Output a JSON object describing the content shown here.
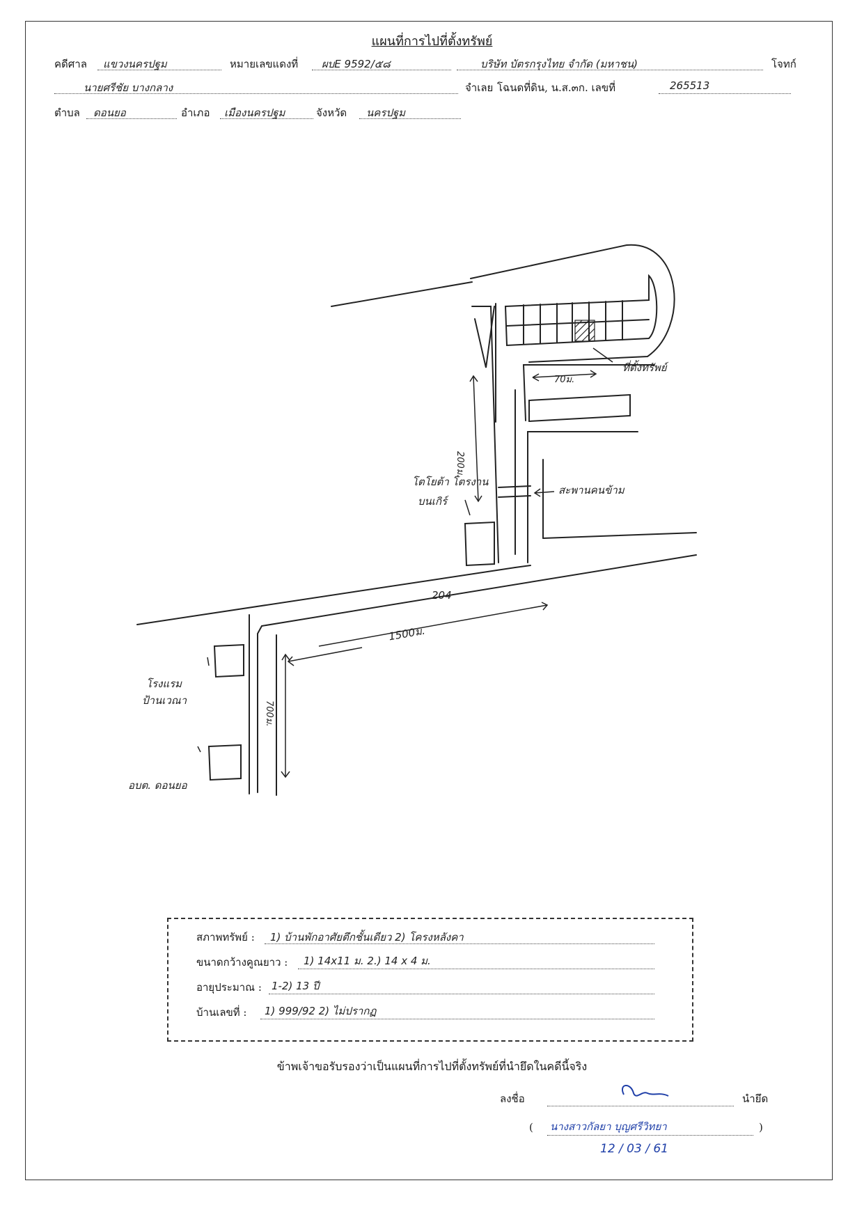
{
  "title": "แผนที่การไปที่ตั้งทรัพย์",
  "header": {
    "court_label": "คดีศาล",
    "court_value": "แขวงนครปฐม",
    "case_no_label": "หมายเลขแดงที่",
    "case_no_value": "ผบE 9592/๕๘",
    "plaintiff_value": "บริษัท บัตรกรุงไทย จำกัด (มหาชน)",
    "plaintiff_label": "โจทก์",
    "defendant_value": "นายศรีชัย บางกลาง",
    "defendant_label": "จำเลย",
    "deed_label": "โฉนดที่ดิน, น.ส.๓ก. เลขที่",
    "deed_value": "265513",
    "subdistrict_label": "ตำบล",
    "subdistrict_value": "ดอนยอ",
    "district_label": "อำเภอ",
    "district_value": "เมืองนครปฐม",
    "province_label": "จังหวัด",
    "province_value": "นครปฐม"
  },
  "map": {
    "target_label": "ที่ตั้งทรัพย์",
    "distance_top": "70ม.",
    "distance_side": "200ม.",
    "factory_label_line1": "โตโยต้า โตรงาน",
    "factory_label_line2": "บนเกิร์",
    "bridge_label": "สะพานคนข้าม",
    "road_label": "204",
    "distance_road": "1500ม.",
    "distance_lower": "700ม.",
    "hotel_label_line1": "โรงแรม",
    "hotel_label_line2": "ป้านเวณา",
    "tambon_office_label": "อบต. ดอนยอ"
  },
  "property": {
    "condition_label": "สภาพทรัพย์ :",
    "condition_value": "1) บ้านพักอาศัยตึกชั้นเดียว 2) โครงหลังคา",
    "size_label": "ขนาดกว้างคูณยาว :",
    "size_value": "1) 14x11 ม. 2.) 14 x 4 ม.",
    "age_label": "อายุประมาณ :",
    "age_value": "1-2) 13 ปี",
    "house_no_label": "บ้านเลขที่ :",
    "house_no_value": "1) 999/92 2) ไม่ปรากฏ"
  },
  "certification": "ข้าพเจ้าขอรับรองว่าเป็นแผนที่การไปที่ตั้งทรัพย์ที่นำยึดในคดีนี้จริง",
  "signature": {
    "sign_label": "ลงชื่อ",
    "role_label": "นำยึด",
    "name_value": "นางสาวกัลยา บุญศรีวิทยา",
    "date_value": "12 / 03 / 61"
  }
}
